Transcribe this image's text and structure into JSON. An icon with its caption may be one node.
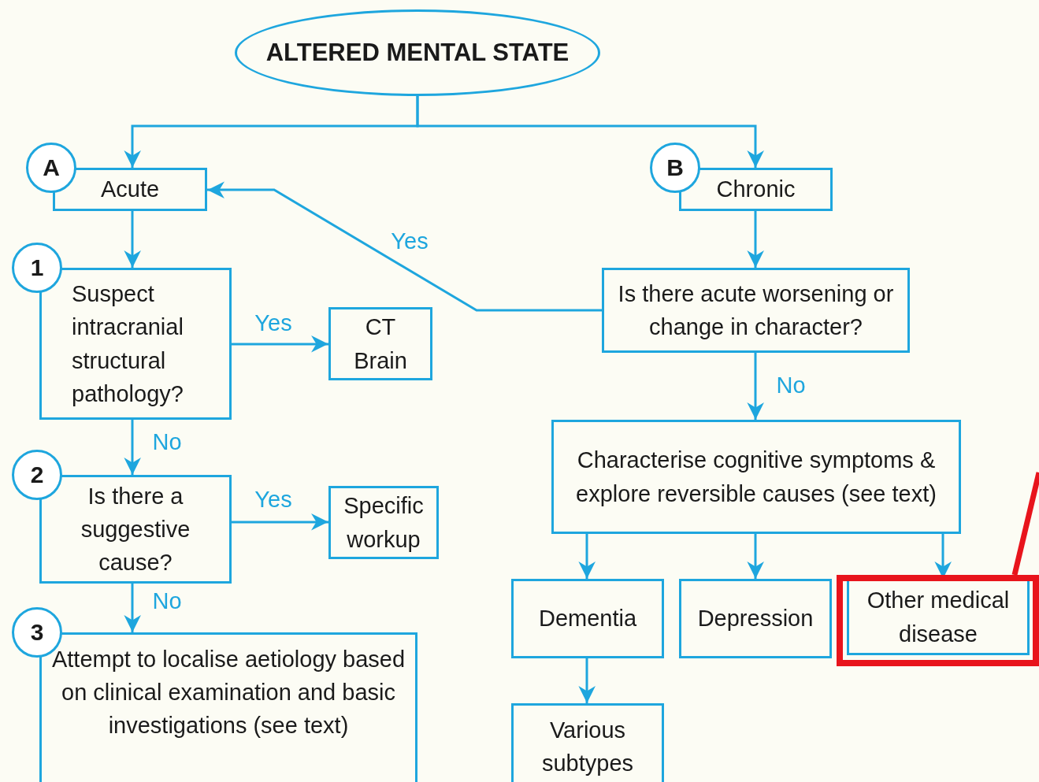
{
  "diagram": {
    "nodes": [
      {
        "text": [
          "ALTERED MENTAL STATE"
        ]
      },
      {
        "text": [
          "A"
        ]
      },
      {
        "text": [
          "Acute"
        ]
      },
      {
        "text": [
          "B"
        ]
      },
      {
        "text": [
          "Chronic"
        ]
      },
      {
        "text": [
          "1"
        ]
      },
      {
        "text": [
          "Suspect intracranial structural pathology?"
        ]
      },
      {
        "text": [
          "CT Brain"
        ]
      },
      {
        "text": [
          "Is there acute worsening or change in character?"
        ]
      },
      {
        "text": [
          "2"
        ]
      },
      {
        "text": [
          "Is there a suggestive cause?"
        ]
      },
      {
        "text": [
          "Specific workup"
        ]
      },
      {
        "text": [
          "Characterise cognitive symptoms & explore reversible causes (see text)"
        ]
      },
      {
        "text": [
          "3"
        ]
      },
      {
        "text": [
          "Attempt to localise aetiology based on clinical examination and basic investigations (see text)"
        ]
      },
      {
        "text": [
          "Dementia"
        ]
      },
      {
        "text": [
          "Depression"
        ]
      },
      {
        "text": [
          "Other medical disease"
        ]
      },
      {
        "text": [
          "Various subtypes"
        ]
      }
    ],
    "edges": [
      {
        "from": 0,
        "to": 2,
        "arrow": "to"
      },
      {
        "from": 0,
        "to": 4,
        "arrow": "to"
      },
      {
        "from": 2,
        "to": 6,
        "arrow": "to"
      },
      {
        "from": 6,
        "to": 7,
        "arrow": "to",
        "label": "Yes"
      },
      {
        "from": 6,
        "to": 10,
        "arrow": "to",
        "label": "No"
      },
      {
        "from": 8,
        "to": 2,
        "arrow": "to",
        "label": "Yes"
      },
      {
        "from": 4,
        "to": 8,
        "arrow": "to"
      },
      {
        "from": 8,
        "to": 12,
        "arrow": "to",
        "label": "No"
      },
      {
        "from": 10,
        "to": 11,
        "arrow": "to",
        "label": "Yes"
      },
      {
        "from": 10,
        "to": 14,
        "arrow": "to",
        "label": "No"
      },
      {
        "from": 12,
        "to": 15,
        "arrow": "to"
      },
      {
        "from": 12,
        "to": 16,
        "arrow": "to"
      },
      {
        "from": 12,
        "to": 17,
        "arrow": "to"
      },
      {
        "from": 15,
        "to": 18,
        "arrow": "to"
      },
      {
        "from": 17,
        "to": null,
        "arrow": "none",
        "style": "thick",
        "color": "#e8141c"
      }
    ]
  }
}
